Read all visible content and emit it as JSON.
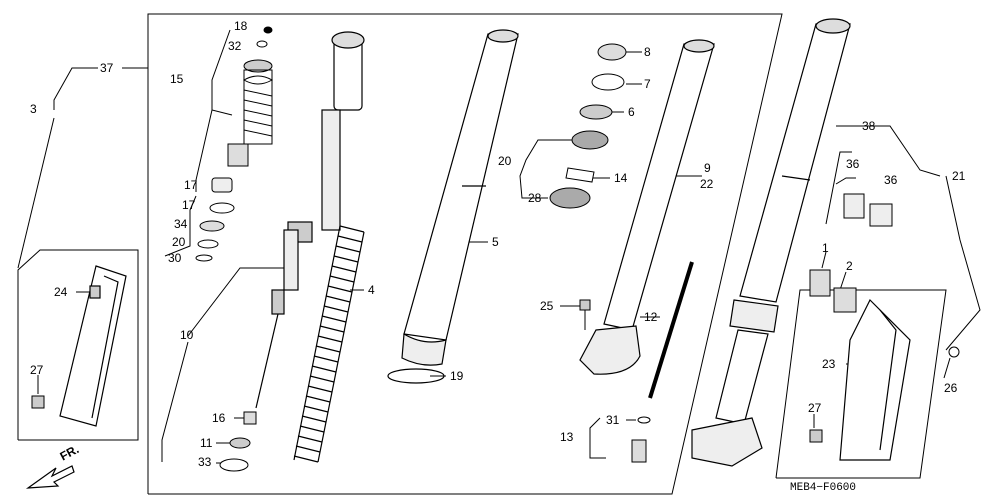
{
  "diagram": {
    "figure_code": "MEB4−F0600",
    "front_indicator": "FR.",
    "callouts": {
      "n1": "1",
      "n2": "2",
      "n3": "3",
      "n4": "4",
      "n5": "5",
      "n6": "6",
      "n7": "7",
      "n8": "8",
      "n9": "9",
      "n10": "10",
      "n11": "11",
      "n12": "12",
      "n13": "13",
      "n14": "14",
      "n15": "15",
      "n16": "16",
      "n17a": "17",
      "n17b": "17",
      "n18": "18",
      "n19": "19",
      "n20a": "20",
      "n20b": "20",
      "n21": "21",
      "n22": "22",
      "n23": "23",
      "n24": "24",
      "n25": "25",
      "n26": "26",
      "n27a": "27",
      "n27b": "27",
      "n28": "28",
      "n30": "30",
      "n31": "31",
      "n32": "32",
      "n33": "33",
      "n34": "34",
      "n36a": "36",
      "n36b": "36",
      "n37": "37",
      "n38": "38"
    }
  }
}
